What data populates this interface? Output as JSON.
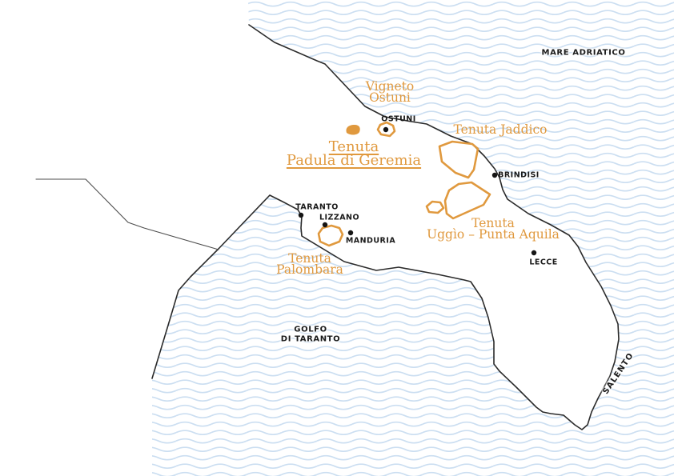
{
  "colors": {
    "estate_orange": "#E0993E",
    "sea_wave": "#CBDEF1",
    "coastline": "#2B2B2B",
    "city_text": "#1A1A1A"
  },
  "sea": {
    "adriatic": "MARE ADRIATICO",
    "gulf_line1": "GOLFO",
    "gulf_line2": "DI TARANTO",
    "salento": "SALENTO"
  },
  "cities": {
    "ostuni": "OSTUNI",
    "brindisi": "BRINDISI",
    "taranto": "TARANTO",
    "lizzano": "LIZZANO",
    "manduria": "MANDURIA",
    "lecce": "LECCE"
  },
  "estates": {
    "vigneto_ostuni": {
      "line1": "Vigneto",
      "line2": "Ostuni"
    },
    "padula_di_geremia": {
      "line1": "Tenuta",
      "line2": "Padula di Geremia"
    },
    "jaddico": {
      "label": "Tenuta Jaddico"
    },
    "uggio_punta_aquila": {
      "line1": "Tenuta",
      "line2": "Uggìo – Punta Aquila"
    },
    "palombara": {
      "line1": "Tenuta",
      "line2": "Palombara"
    }
  }
}
